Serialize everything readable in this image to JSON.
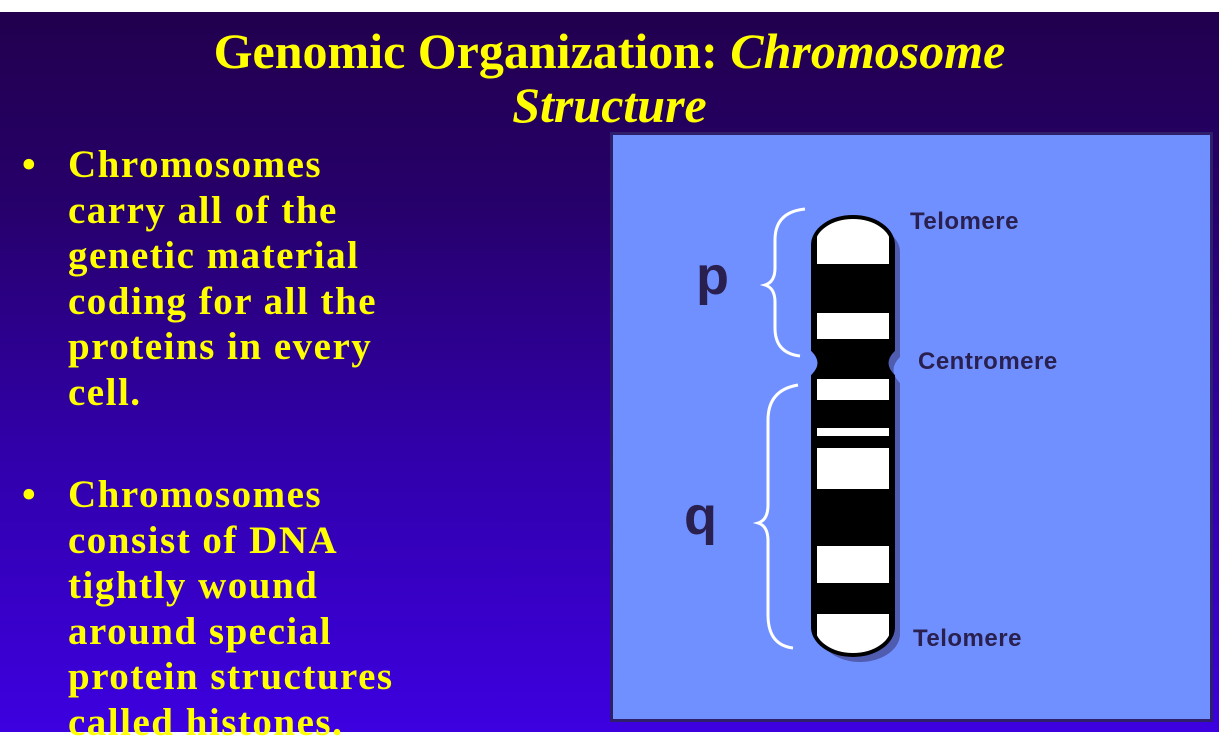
{
  "title": {
    "line1_regular": "Genomic Organization: ",
    "line1_italic": "Chromosome",
    "line2_italic": "Structure"
  },
  "bullets": [
    {
      "symbol": "•",
      "text": "Chromosomes\ncarry all of the\ngenetic material\ncoding for all the\nproteins in every\ncell."
    },
    {
      "symbol": "•",
      "text": "Chromosomes\nconsist of DNA\ntightly wound\naround special\nprotein structures\ncalled histones."
    }
  ],
  "figure": {
    "labels": {
      "telomere_top": "Telomere",
      "centromere": "Centromere",
      "telomere_bottom": "Telomere",
      "p_arm": "p",
      "q_arm": "q"
    }
  },
  "colors": {
    "title": "#ffff00",
    "figure_bg": "#7090ff",
    "label": "#2a2050"
  }
}
